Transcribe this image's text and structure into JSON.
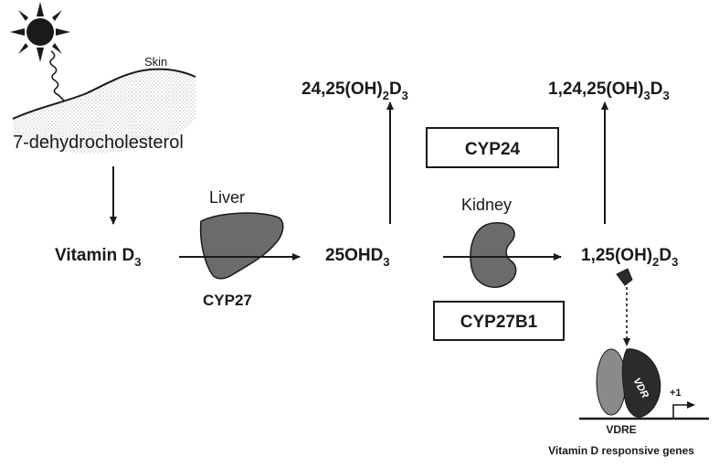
{
  "skin_label": "Skin",
  "precursor": "7-dehydrocholesterol",
  "vitamin_d3": {
    "text": "Vitamin D",
    "sub": "3"
  },
  "liver": {
    "organ_label": "Liver",
    "enzyme": "CYP27"
  },
  "metabolite_25": {
    "text": "25OHD",
    "sub": "3"
  },
  "kidney": {
    "organ_label": "Kidney",
    "enzyme": "CYP27B1"
  },
  "active_form": {
    "pre": "1,25(OH)",
    "sub1": "2",
    "mid": "D",
    "sub2": "3"
  },
  "cyp24_label": "CYP24",
  "product_24_25": {
    "pre": "24,25(OH)",
    "sub1": "2",
    "mid": "D",
    "sub2": "3"
  },
  "product_1_24_25": {
    "pre": "1,24,25(OH)",
    "sub1": "3",
    "mid": "D",
    "sub2": "3"
  },
  "vdr_label": "VDR",
  "vdre_label": "VDRE",
  "tss_label": "+1",
  "footer_label": "Vitamin D responsive genes",
  "colors": {
    "ink": "#1a1a1a",
    "organ_fill": "#6b6b6b",
    "vdr_fill": "#2b2b2b",
    "rxr_fill": "#8a8a8a",
    "skin_dots": "#bdbdbd"
  }
}
